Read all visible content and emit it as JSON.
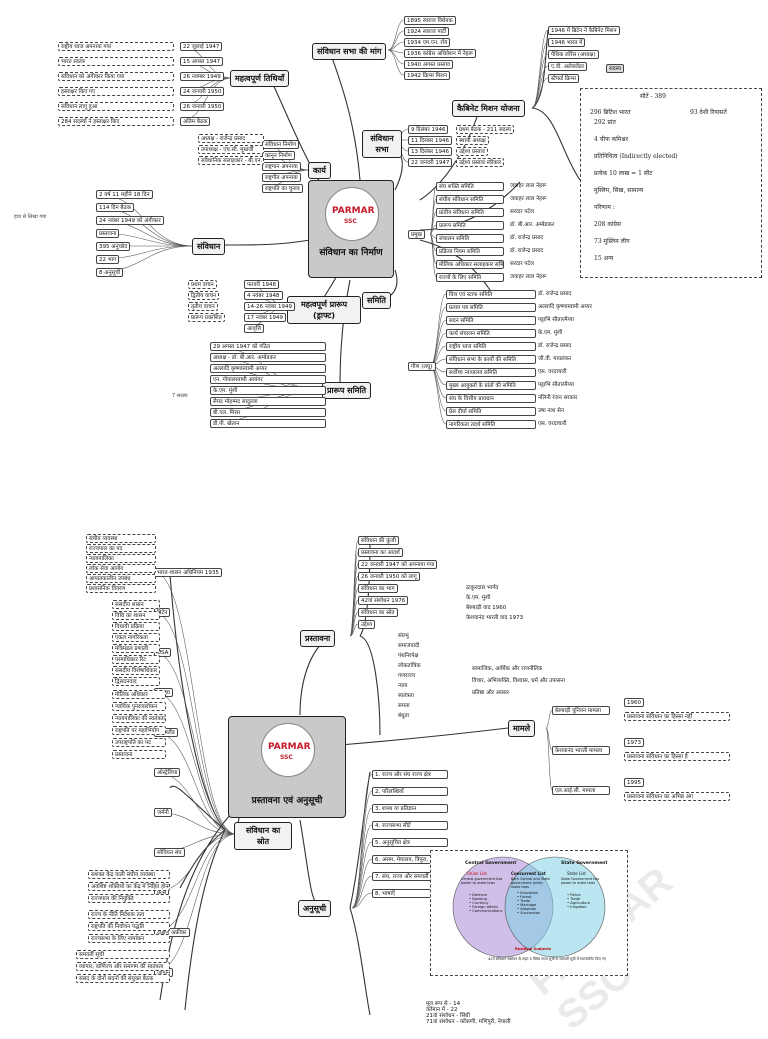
{
  "diagram1": {
    "center_title": "संविधान का निर्माण",
    "logo_text": "PARMAR",
    "logo_sub": "SSC",
    "branches": {
      "demand": {
        "label": "संविधान सभा की मांग",
        "items": [
          "1895 स्वराज विधेयक",
          "1924 स्वराज पार्टी",
          "1934 एम.एन. रॉय",
          "1936 कांग्रेस अधिवेशन में नेहरू",
          "1940 अगस्त प्रस्ताव",
          "1942 क्रिप्स मिशन"
        ]
      },
      "cabinet": {
        "label": "कैबिनेट मिशन योजना",
        "items": [
          "1946 में ब्रिटेन ने कैबिनेट मिशन",
          "1946 भारत में",
          "पैथिक लॉरेंस (अध्यक्ष)",
          "ए.वी. अलेक्जेंडर",
          "स्टैफर्ड क्रिप्स"
        ]
      },
      "dates": {
        "label": "महत्वपूर्ण तिथियाँ",
        "items": [
          "22 जुलाई 1947",
          "15 अगस्त 1947",
          "26 नवम्बर 1949",
          "24 जनवरी 1950",
          "26 जनवरी 1950",
          "अंतिम बैठक"
        ],
        "notes": [
          "राष्ट्रीय ध्वज अपनाया गया",
          "भारत स्वतंत्र",
          "संविधान को अंगीकार किया गया",
          "हस्ताक्षर किए गए",
          "संविधान लागू हुआ",
          "284 सदस्यों ने हस्ताक्षर किए"
        ]
      },
      "works": {
        "label": "कार्य",
        "items": [
          "संविधान निर्माण",
          "कानून निर्माण",
          "राष्ट्रगान अपनाया",
          "राष्ट्रगीत अपनाया",
          "राष्ट्रपति का चुनाव"
        ],
        "notes": [
          "अध्यक्ष - राजेन्द्र प्रसाद",
          "उपाध्यक्ष - एच.सी. मुखर्जी",
          "संवैधानिक सलाहकार - बी.एन. राव"
        ]
      },
      "assembly": {
        "label": "संविधान सभा",
        "items": [
          "9 दिसंबर 1946",
          "11 दिसंबर 1946",
          "13 दिसंबर 1946",
          "22 जनवरी 1947"
        ],
        "notes": [
          "प्रथम बैठक - 211 सदस्य",
          "स्थायी अध्यक्ष",
          "उद्देश्य प्रस्ताव",
          "उद्देश्य प्रस्ताव स्वीकार"
        ]
      },
      "constitution": {
        "label": "संविधान",
        "items": [
          "2 वर्ष 11 महीने 18 दिन",
          "114 दिन बैठक",
          "24 नवंबर 1949 को अंगीकार",
          "प्रस्तावना",
          "395 अनुच्छेद",
          "22 भाग",
          "8 अनुसूची"
        ],
        "side": "हाथ से लिखा गया"
      },
      "draft": {
        "label": "महत्वपूर्ण प्रारूप (ड्राफ्ट)",
        "items": [
          "फरवरी 1948",
          "4 नवंबर 1948",
          "14-26 नवंबर 1949",
          "17 नवंबर 1949",
          "आवृत्ति"
        ],
        "notes": [
          "प्रथम वाचन",
          "द्वितीय वाचन",
          "तृतीय वाचन",
          "प्रारूप प्रकाशित"
        ]
      },
      "drafting": {
        "label": "प्रारूप समिति",
        "items": [
          "29 अगस्त 1947 को गठित",
          "अध्यक्ष - डॉ. बी.आर. अम्बेडकर",
          "अल्लादि कृष्णास्वामी अय्यर",
          "एन. गोपालस्वामी आयंगर",
          "के.एम. मुंशी",
          "सैयद मोहम्मद सादुल्ला",
          "बी.एल. मित्तर",
          "डी.पी. खेतान"
        ],
        "side": "7 सदस्य"
      },
      "committees": {
        "label": "समिति",
        "major": "प्रमुख",
        "minor": "गौण (लघु)",
        "major_items": [
          "संघ शक्ति समिति",
          "संघीय संविधान समिति",
          "प्रांतीय संविधान समिति",
          "प्रारूप समिति",
          "संचालन समिति",
          "प्रक्रिया नियम समिति",
          "मौलिक अधिकार सलाहकार समिति",
          "राज्यों के लिए समिति"
        ],
        "major_chairs": [
          "जवाहर लाल नेहरू",
          "जवाहर लाल नेहरू",
          "सरदार पटेल",
          "डॉ. बी.आर. अम्बेडकर",
          "डॉ. राजेन्द्र प्रसाद",
          "डॉ. राजेन्द्र प्रसाद",
          "सरदार पटेल",
          "जवाहर लाल नेहरू"
        ],
        "minor_items": [
          "वित्त एवं स्टाफ समिति",
          "प्रत्यय पत्र समिति",
          "सदन समिति",
          "कार्य संचालन समिति",
          "राष्ट्रीय ध्वज समिति",
          "संविधान सभा के कार्यों की समिति",
          "सर्वोच्च न्यायालय समिति",
          "मुख्य आयुक्तों के प्रांतों की समिति",
          "संघ के वित्तीय प्रावधान",
          "प्रेस दीर्घा समिति",
          "नागरिकता तदर्थ समिति"
        ],
        "minor_chairs": [
          "डॉ. राजेन्द्र प्रसाद",
          "अल्लादि कृष्णास्वामी अय्यर",
          "पट्टाभि सीतारमैय्या",
          "के.एम. मुंशी",
          "डॉ. राजेन्द्र प्रसाद",
          "जी.वी. मावलंकर",
          "एस. वरदाचारी",
          "पट्टाभि सीतारमैय्या",
          "नलिनी रंजन सरकार",
          "उषा नाथ सेन",
          "एस. वरदाचारी"
        ]
      }
    },
    "notes_box": {
      "title": "सीटें - 389",
      "lines": [
        "296 ब्रिटिश भारत",
        "93 देशी रियासतें",
        "292 प्रांत",
        "4 चीफ कमिश्नर",
        "प्रतिनिधित्व (Indirectly elected)",
        "प्रत्येक 10 लाख = 1 सीट",
        "मुस्लिम, सिख, सामान्य",
        "परिणाम :",
        "208 कांग्रेस",
        "73 मुस्लिम लीग",
        "15 अन्य"
      ],
      "side_label": "सदस्य"
    }
  },
  "diagram2": {
    "center_title": "प्रस्तावना एवं अनुसूची",
    "logo_text": "PARMAR",
    "logo_sub": "SSC",
    "branches": {
      "preamble": {
        "label": "प्रस्तावना",
        "items": [
          "संविधान की कुंजी",
          "प्रस्तावना का आदर्श",
          "22 जनवरी 1947 को अपनाया गया",
          "26 जनवरी 1950 को लागू",
          "संविधान का भाग",
          "42वां संशोधन 1976",
          "संविधान का स्रोत",
          "उद्देश्य"
        ],
        "notes": [
          "ठाकुरदास भार्गव",
          "के.एम. मुंशी",
          "बेरुबाड़ी वाद 1960",
          "केशवानंद भारती वाद 1973"
        ],
        "keywords": [
          "संप्रभु",
          "समाजवादी",
          "पंथनिरपेक्ष",
          "लोकतांत्रिक",
          "गणराज्य",
          "न्याय",
          "स्वतंत्रता",
          "समता",
          "बंधुता"
        ],
        "kw_notes": [
          "सामाजिक, आर्थिक और राजनीतिक",
          "विचार, अभिव्यक्ति, विश्वास, धर्म और उपासना",
          "प्रतिष्ठा और अवसर"
        ]
      },
      "cases": {
        "label": "मामले",
        "items": [
          "बेरुबाड़ी यूनियन मामला",
          "केशवानंद भारती मामला",
          "एल.आई.सी. मामला"
        ],
        "years": [
          "1960",
          "1973",
          "1995"
        ],
        "notes": [
          "प्रस्तावना संविधान का हिस्सा नहीं",
          "प्रस्तावना संविधान का हिस्सा है",
          "प्रस्तावना संविधान का अभिन्न अंग"
        ]
      },
      "schedule": {
        "label": "अनुसूची",
        "items": [
          "1. राज्य और संघ राज्य क्षेत्र",
          "2. परिलब्धियाँ",
          "3. शपथ या प्रतिज्ञान",
          "4. राज्यसभा सीटें",
          "5. अनुसूचित क्षेत्र",
          "6. असम, मेघालय, त्रिपुरा, मिजोरम",
          "7. संघ, राज्य और समवर्ती सूची",
          "8. भाषाएँ"
        ],
        "lang_notes": [
          "मूल रूप से - 14",
          "वर्तमान में - 22",
          "21वां संशोधन - सिंधी",
          "71वां संशोधन - कोंकणी, मणिपुरी, नेपाली"
        ]
      },
      "sources": {
        "label": "संविधान का स्रोत",
        "countries": [
          "भारत शासन अधिनियम 1935",
          "ब्रिटेन",
          "USA",
          "कनाडा",
          "आयरलैंड",
          "ऑस्ट्रेलिया",
          "जर्मनी",
          "सोवियत संघ",
          "फ्रांस",
          "दक्षिण अफ्रीका",
          "जापान"
        ],
        "gov_act": [
          "संघीय व्यवस्था",
          "राज्यपाल का पद",
          "न्यायपालिका",
          "लोक सेवा आयोग",
          "आपातकालीन उपबंध",
          "प्रशासनिक विवरण"
        ],
        "britain": [
          "संसदीय शासन",
          "विधि का शासन",
          "विधायी प्रक्रिया",
          "एकल नागरिकता",
          "मंत्रिमंडल प्रणाली",
          "परमाधिकार रिट",
          "संसदीय विशेषाधिकार",
          "द्विसदनवाद"
        ],
        "usa": [
          "मौलिक अधिकार",
          "न्यायिक पुनरावलोकन",
          "न्यायपालिका की स्वतंत्रता",
          "राष्ट्रपति पर महाभियोग",
          "उपराष्ट्रपति का पद",
          "प्रस्तावना"
        ],
        "canada": [
          "सशक्त केंद्र वाली संघीय व्यवस्था",
          "अवशिष्ट शक्तियों का केंद्र में निहित होना",
          "राज्यपाल की नियुक्ति"
        ],
        "ireland": [
          "राज्य के नीति निदेशक तत्व",
          "राष्ट्रपति की निर्वाचन पद्धति",
          "राज्यसभा के लिए नामांकन"
        ],
        "australia": [
          "समवर्ती सूची",
          "व्यापार, वाणिज्य और समागम की स्वतंत्रता",
          "संसद के दोनों सदनों की संयुक्त बैठक"
        ]
      }
    },
    "venn": {
      "left_title": "Central Government",
      "right_title": "State Government",
      "left_sub": "Union List",
      "mid_sub": "Concurrent List",
      "right_sub": "State List",
      "left_desc": "Central government has power to make laws",
      "mid_desc": "Both Central and State government jointly make laws",
      "right_desc": "State Government has power to make laws",
      "left_items": [
        "Defence",
        "Banking",
        "Currency",
        "Foreign affairs",
        "Communications"
      ],
      "mid_items": [
        "Education",
        "Forest",
        "Trade",
        "Marriage",
        "Adoption",
        "Succession"
      ],
      "right_items": [
        "Police",
        "Trade",
        "Agriculture",
        "Irrigation"
      ],
      "mid_bottom": "Residual Subjects",
      "caption": "42वें संविधान संशोधन के तहत 5 विषय राज्य सूची से समवर्ती सूची में स्थानांतरित किए गए"
    }
  },
  "watermark": "PARMAR SSC",
  "colors": {
    "logo_red": "#c21a2a",
    "center_bg": "#c9c9c9",
    "venn_left": "#a98bd6",
    "venn_right": "#7fd2e6"
  }
}
